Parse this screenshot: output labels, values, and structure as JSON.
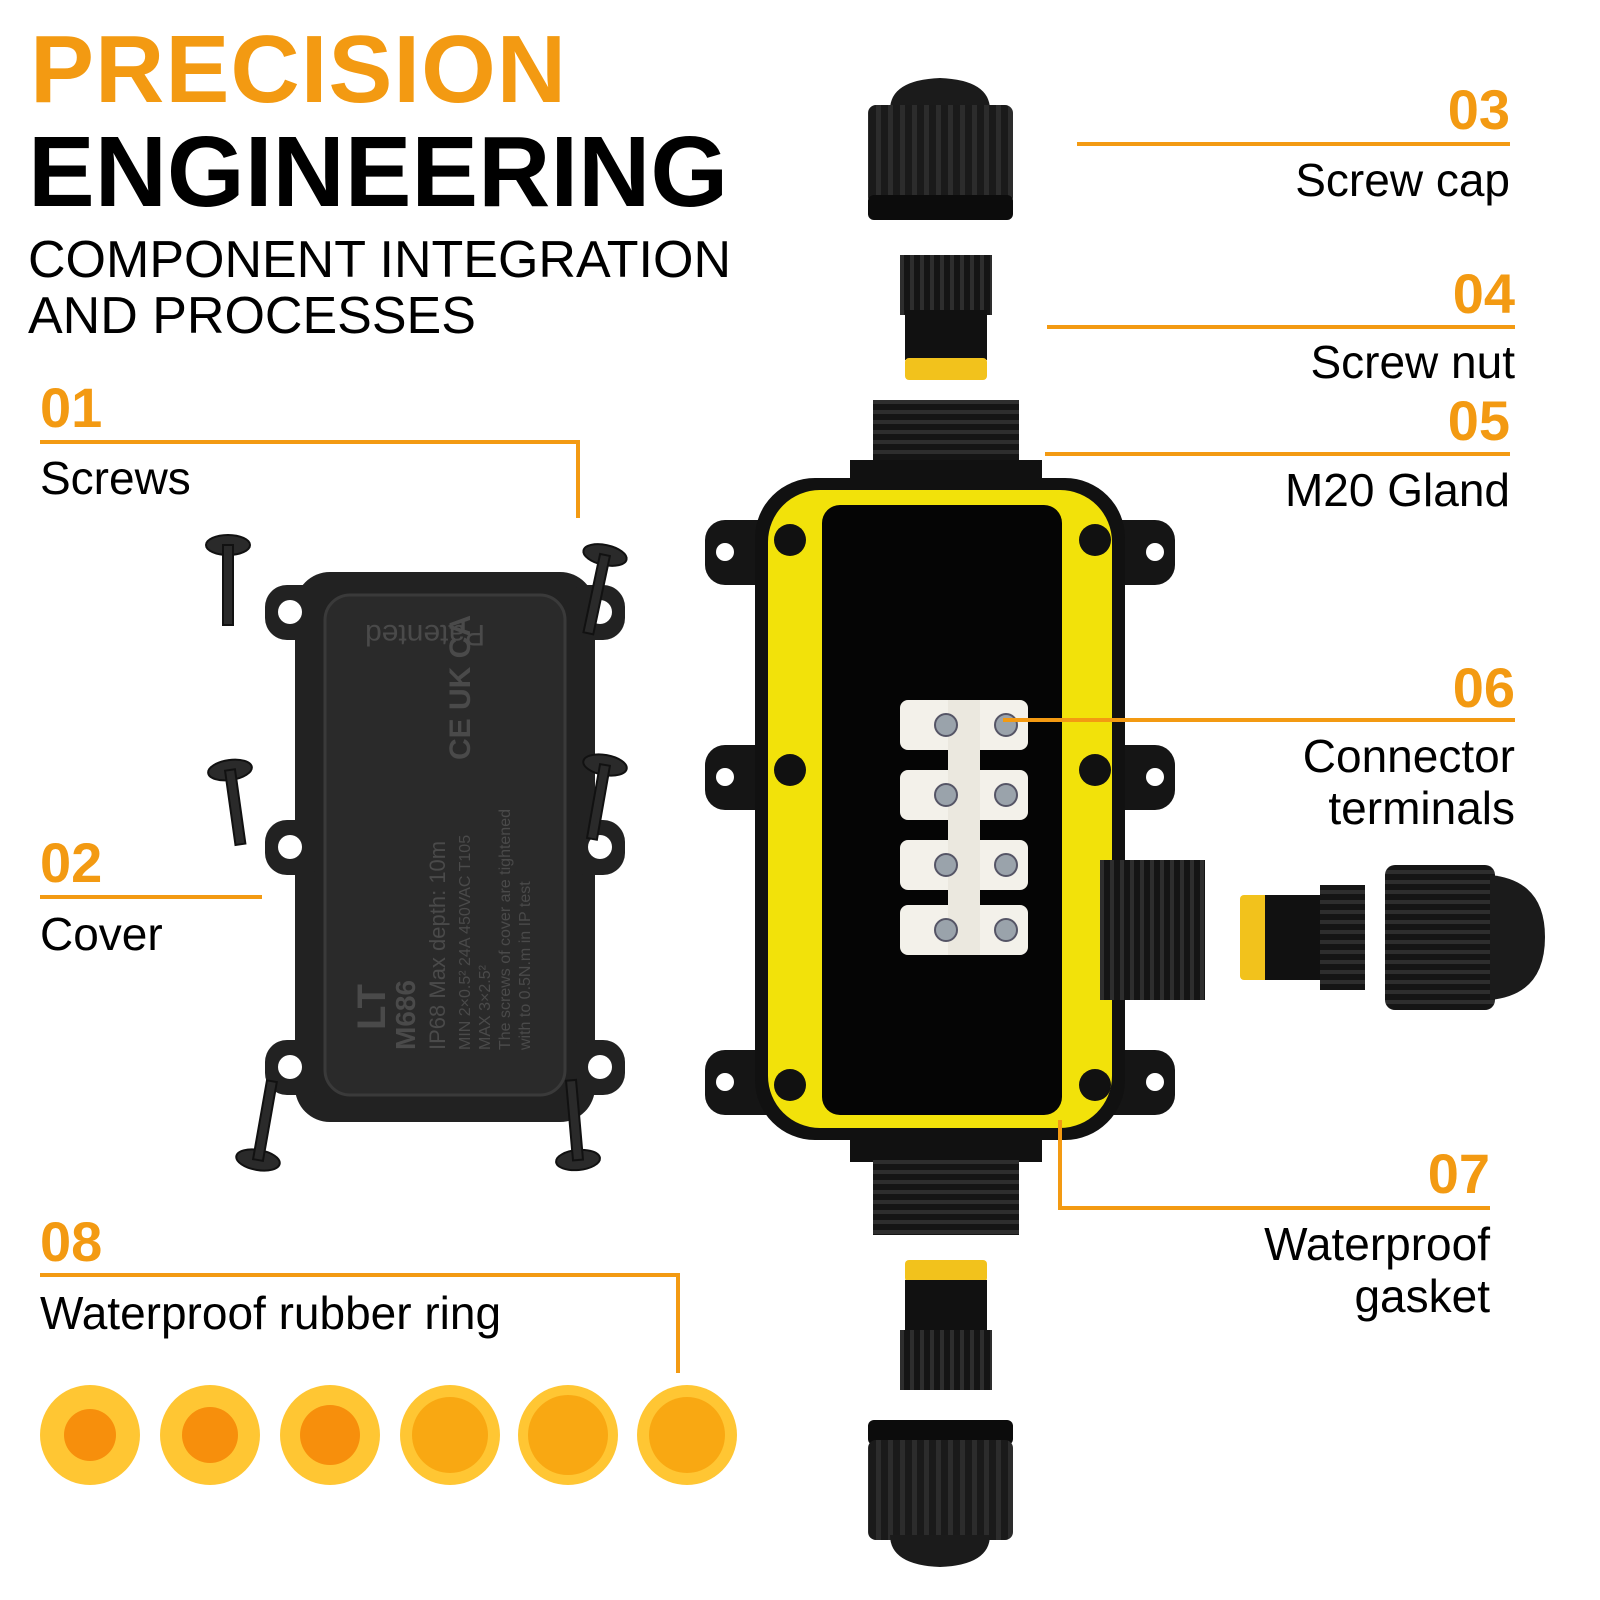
{
  "header": {
    "line1": "PRECISION",
    "line2": "ENGINEERING",
    "sub1": "COMPONENT INTEGRATION",
    "sub2": "AND PROCESSES"
  },
  "callouts": [
    {
      "num": "01",
      "label": "Screws"
    },
    {
      "num": "02",
      "label": "Cover"
    },
    {
      "num": "03",
      "label": "Screw cap"
    },
    {
      "num": "04",
      "label": "Screw nut"
    },
    {
      "num": "05",
      "label": "M20 Gland"
    },
    {
      "num": "06",
      "label_l1": "Connector",
      "label_l2": "terminals"
    },
    {
      "num": "07",
      "label_l1": "Waterproof",
      "label_l2": "gasket"
    },
    {
      "num": "08",
      "label": "Waterproof rubber ring"
    }
  ],
  "cover_text": {
    "patented": "Patented",
    "model": "M686",
    "ip": "IP68  Max depth: 10m",
    "ratings": "MIN 2×0.5²  24A 450VAC T105",
    "ratings2": "MAX 3×2.5²",
    "note": "The screws of cover are tightened",
    "note2": "with to 0.5N.m in IP test",
    "marks": "CE UK CA",
    "logo": "LT"
  },
  "colors": {
    "accent": "#f39a12",
    "gasket": "#f2e20a",
    "ring": "#ffc633",
    "ring_inner": "#f78f0c",
    "body": "#111111"
  }
}
